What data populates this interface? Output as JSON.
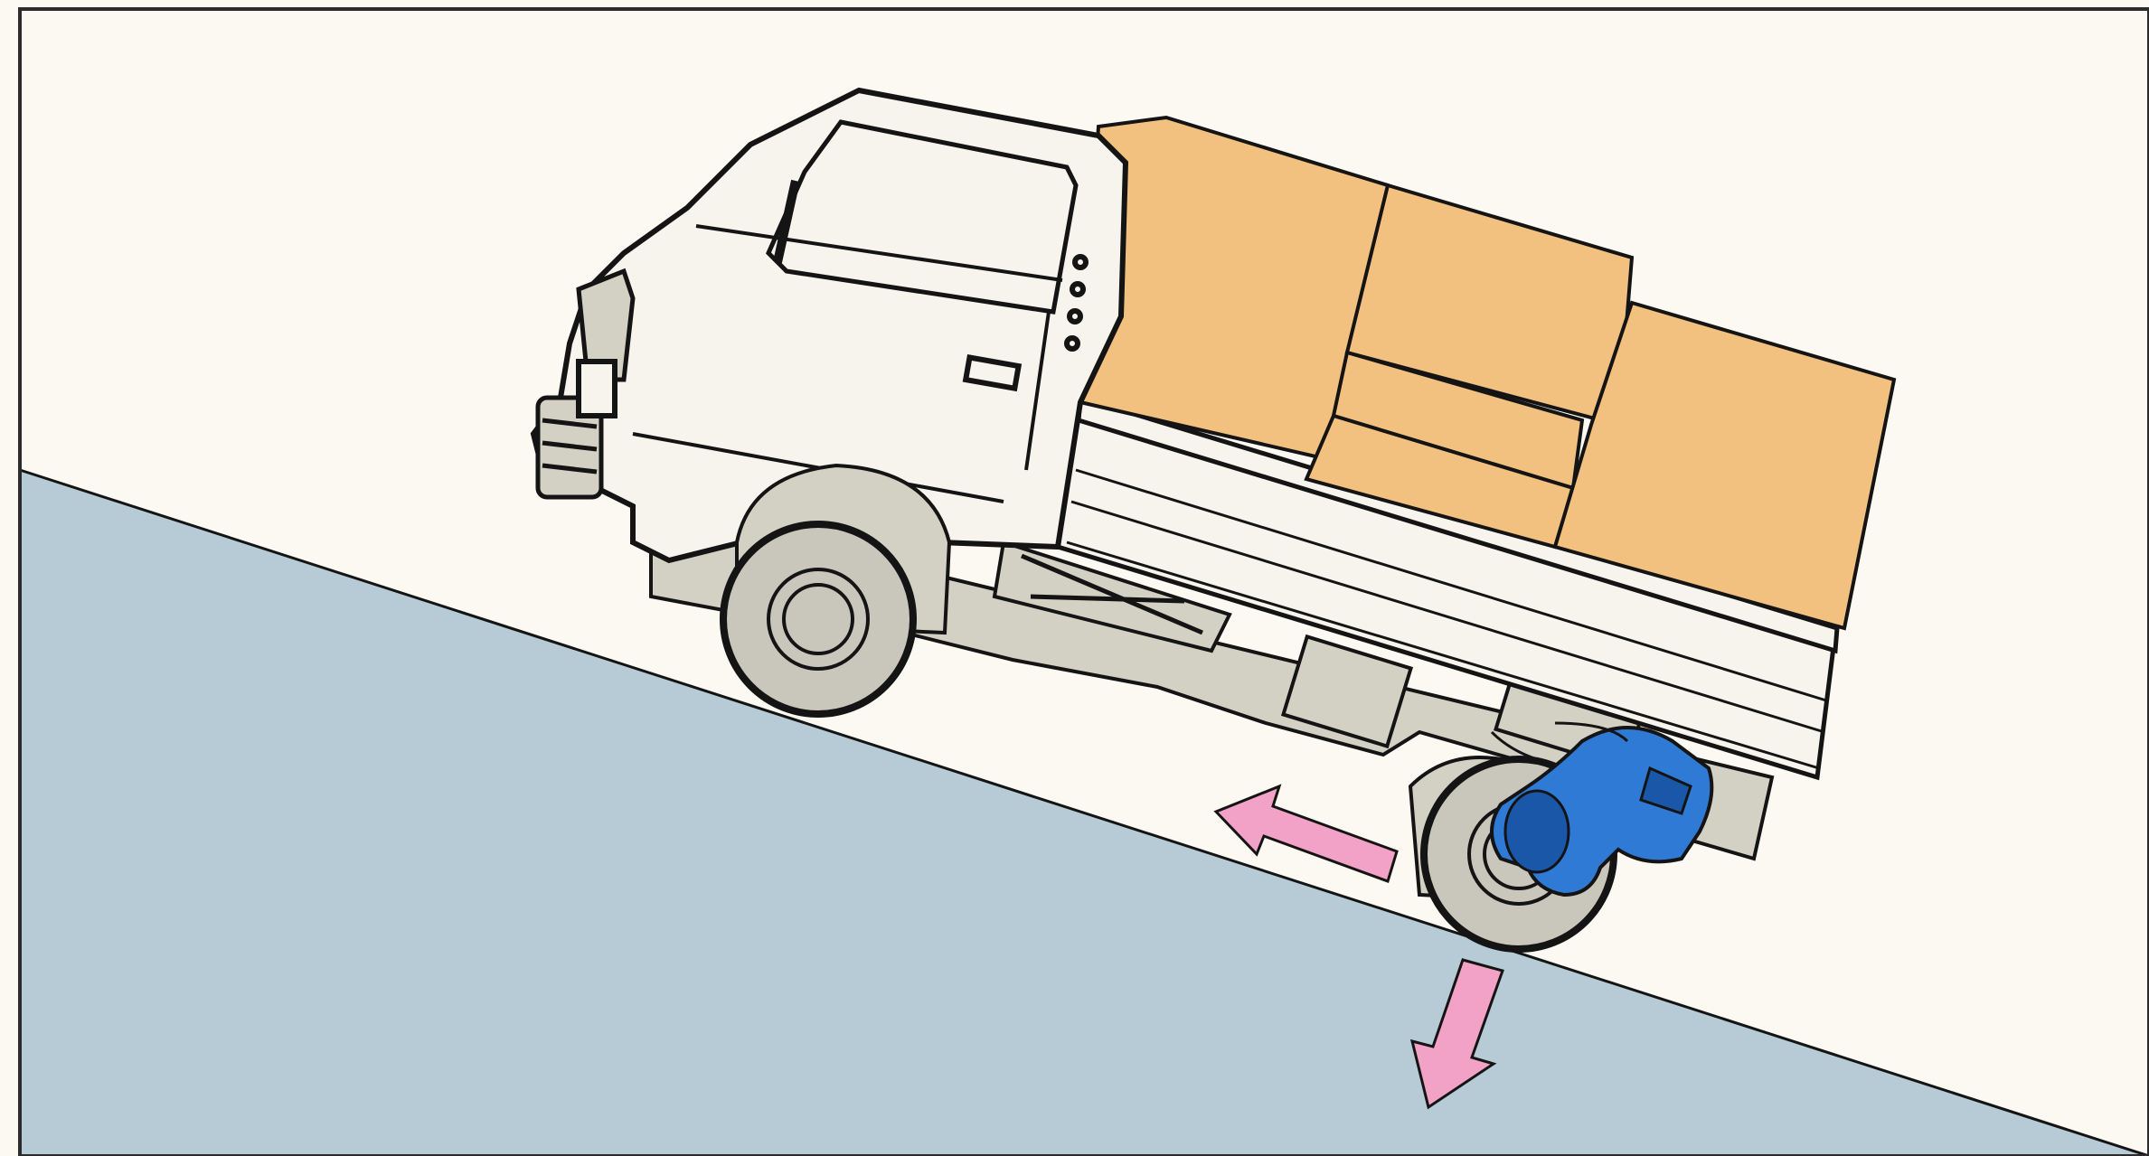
{
  "colors": {
    "background": "#fbf9f1",
    "frame": "#2b2b2b",
    "ground": "#b7cbd6",
    "cargo": "#f2c07f",
    "cargo_dark": "#e2a965",
    "truck_body": "#f6f4ec",
    "chassis": "#d3d0c4",
    "tire": "#c9c6bb",
    "differential": "#2f7ad4",
    "differential_dark": "#1a57a8",
    "arrow": "#f2a2c6",
    "outline": "#141414"
  },
  "icons": {
    "truck": "light-truck-illustration",
    "arrow_1": "pink-arrow-left",
    "arrow_2": "pink-arrow-down"
  }
}
